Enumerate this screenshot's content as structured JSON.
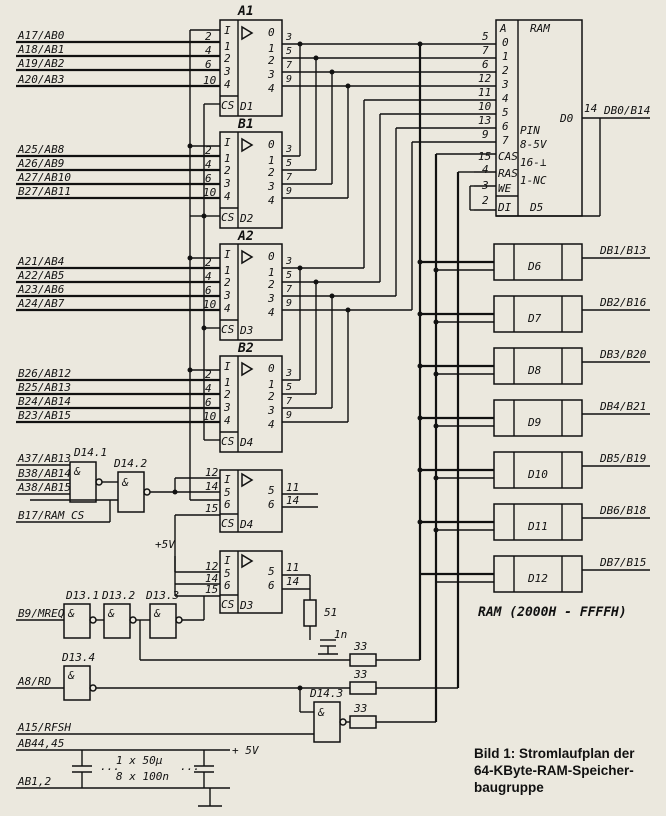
{
  "signals": {
    "a17": "A17/AB0",
    "a18": "A18/AB1",
    "a19": "A19/AB2",
    "a20": "A20/AB3",
    "a25": "A25/AB8",
    "a26": "A26/AB9",
    "a27": "A27/AB10",
    "b27": "B27/AB11",
    "a21": "A21/AB4",
    "a22": "A22/AB5",
    "a23": "A23/AB6",
    "a24": "A24/AB7",
    "b26": "B26/AB12",
    "b25": "B25/AB13",
    "b24": "B24/AB14",
    "b23": "B23/AB15",
    "a37": "A37/AB13",
    "b38": "B38/AB14",
    "a38": "A38/AB15",
    "b17": "B17/RAM CS",
    "b9": "B9/MREQ",
    "a8": "A8/RD",
    "a15": "A15/RFSH",
    "ab44": "AB44,45",
    "ab12": "AB1,2",
    "plus5v_a": "+5V",
    "plus5v_b": "+ 5V"
  },
  "chips": {
    "a1": "A1",
    "b1": "B1",
    "a2": "A2",
    "b2": "B2",
    "d1": "D1",
    "d2": "D2",
    "d3": "D3",
    "d4": "D4",
    "d14_1": "D14.1",
    "d14_2": "D14.2",
    "d14_3": "D14.3",
    "d13_1": "D13.1",
    "d13_2": "D13.2",
    "d13_3": "D13.3",
    "d13_4": "D13.4",
    "d5": "D5",
    "d6": "D6",
    "d7": "D7",
    "d8": "D8",
    "d9": "D9",
    "d10": "D10",
    "d11": "D11",
    "d12": "D12"
  },
  "ram": {
    "title": "RAM",
    "addr": [
      "A",
      "0",
      "1",
      "2",
      "3",
      "4",
      "5",
      "6",
      "7"
    ],
    "pins_left": [
      "5",
      "7",
      "6",
      "12",
      "11",
      "10",
      "13",
      "9"
    ],
    "pin15": "15",
    "pin4": "4",
    "pin3": "3",
    "pin2": "2",
    "pin14": "14",
    "cas": "CAS",
    "ras": "RAS",
    "we": "WE",
    "di": "DI",
    "d0": "D0",
    "pin_info": [
      "PIN",
      "8-5V",
      "16-⊥",
      "1-NC"
    ]
  },
  "databus": [
    "DB0/B14",
    "DB1/B13",
    "DB2/B16",
    "DB3/B20",
    "DB4/B21",
    "DB5/B19",
    "DB6/B18",
    "DB7/B15"
  ],
  "components": {
    "r51": "51",
    "c1n": "1n",
    "r33a": "33",
    "r33b": "33",
    "r33c": "33",
    "cap1": "1 x 50μ",
    "cap2": "8 x 100n"
  },
  "ram_range": "RAM (2000H - FFFFH)",
  "caption": {
    "line1": "Bild 1: Stromlaufplan der",
    "line2": "64-KByte-RAM-Speicher-",
    "line3": "baugruppe"
  }
}
